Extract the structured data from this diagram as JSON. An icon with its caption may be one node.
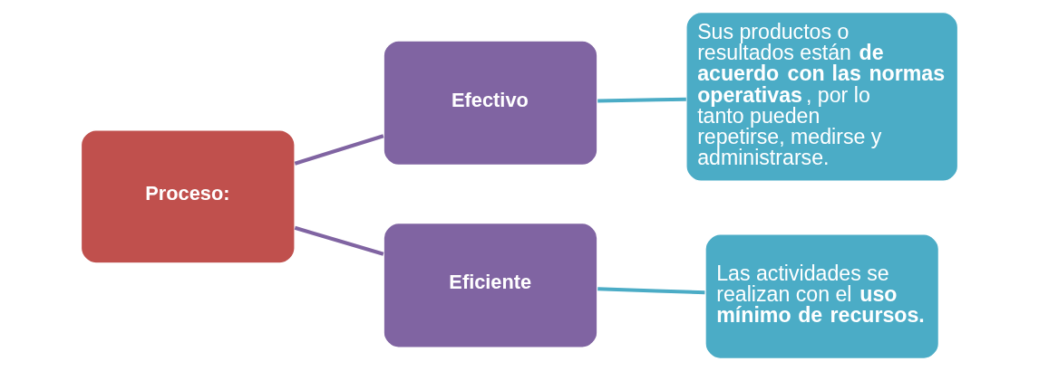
{
  "diagram": {
    "nodes": [
      {
        "text": [
          "Proceso:"
        ]
      },
      {
        "text": [
          "Efectivo"
        ]
      },
      {
        "text": [
          "Eficiente"
        ]
      },
      {
        "text": [
          "Sus productos o resultados están **de acuerdo con las normas operativas**, por lo tanto pueden repetirse, medirse y administrarse."
        ]
      },
      {
        "text": [
          "Las actividades se realizan con el **uso mínimo de recursos.**"
        ]
      }
    ],
    "edges": [
      {
        "from": 0,
        "to": 1,
        "arrow": "none",
        "color": "#8064a2"
      },
      {
        "from": 0,
        "to": 2,
        "arrow": "none",
        "color": "#8064a2"
      },
      {
        "from": 1,
        "to": 3,
        "arrow": "none",
        "color": "#4bacc6"
      },
      {
        "from": 2,
        "to": 4,
        "arrow": "none",
        "color": "#4bacc6"
      }
    ]
  }
}
